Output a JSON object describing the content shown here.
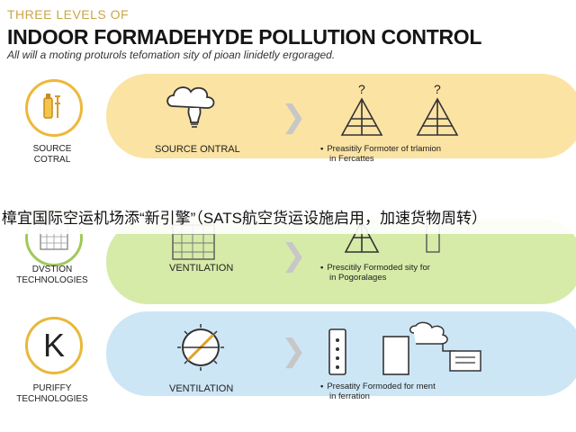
{
  "header": {
    "kicker": "THREE LEVELS OF",
    "title": "INDOOR FORMADEHYDE POLLUTION CONTROL",
    "subtitle": "All will a moting proturols tefomation sity of pioan linidetly ergoraged."
  },
  "levels": [
    {
      "side_label_line1": "SOURCE",
      "side_label_line2": "COTRAL",
      "middle_label": "SOURCE ONTRAL",
      "description_line1": "Preasitily Formoter of trlamion",
      "description_line2": "in Fercattes",
      "color": "#fbe3a3"
    },
    {
      "side_label_line1": "DVSTION",
      "side_label_line2": "TECHNOLOGIES",
      "middle_label": "VENTILATION",
      "description_line1": "Prescitily Formoded sity for",
      "description_line2": "in Pogoralages",
      "color": "#d6eba8"
    },
    {
      "side_label_line1": "PURIFFY",
      "side_label_line2": "TECHNOLOGIES",
      "middle_label": "VENTILATION",
      "description_line1": "Presatity Formoded for ment",
      "description_line2": "in ferration",
      "color": "#cde6f6"
    }
  ],
  "overlay_text": "樟宜国际空运机场添“新引擎”（SATS航空货运设施启用，加速货物周转）",
  "glyphs": {
    "question_mark": "?",
    "chevron": "❯",
    "k_letter": "K",
    "bullet": "•"
  },
  "icons": [
    "bottles-icon",
    "lightbulb-cloud-icon",
    "tower-icon",
    "building-grid-icon",
    "k-circle-icon",
    "no-symbol-icon",
    "phone-device-icon",
    "air-purifier-icon"
  ]
}
